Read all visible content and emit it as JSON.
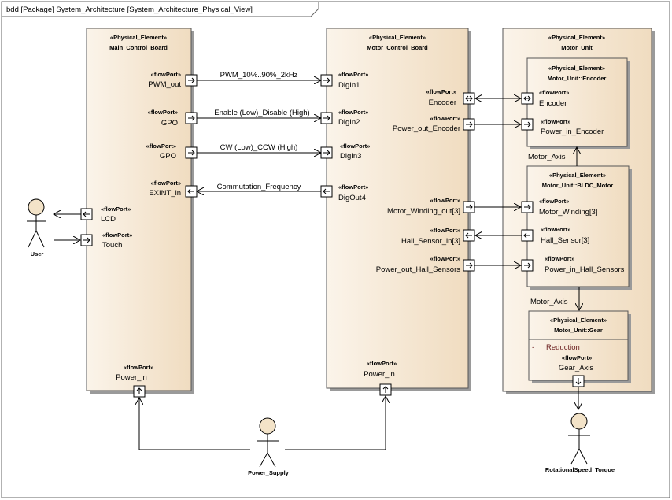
{
  "frame": {
    "title": "bdd [Package] System_Architecture [System_Architecture_Physical_View]"
  },
  "stereotype_block": "«Physical_Element»",
  "stereotype_port": "«flowPort»",
  "blocks": {
    "main": "Main_Control_Board",
    "motor_ctrl": "Motor_Control_Board",
    "motor_unit": "Motor_Unit",
    "encoder": "Motor_Unit::Encoder",
    "bldc": "Motor_Unit::BLDC_Motor",
    "gear": "Motor_Unit::Gear"
  },
  "ports": {
    "main_pwm": "PWM_out",
    "main_gpo1": "GPO",
    "main_gpo2": "GPO",
    "main_exint": "EXINT_in",
    "main_lcd": "LCD",
    "main_touch": "Touch",
    "main_power": "Power_in",
    "mc_digin1": "DigIn1",
    "mc_digin2": "DigIn2",
    "mc_digin3": "DigIn3",
    "mc_digout4": "DigOut4",
    "mc_encoder": "Encoder",
    "mc_power_out_enc": "Power_out_Encoder",
    "mc_winding_out": "Motor_Winding_out[3]",
    "mc_hall_in": "Hall_Sensor_in[3]",
    "mc_power_out_hall": "Power_out_Hall_Sensors",
    "mc_power": "Power_in",
    "enc_encoder": "Encoder",
    "enc_power": "Power_in_Encoder",
    "bldc_winding": "Motor_Winding[3]",
    "bldc_hall": "Hall_Sensor[3]",
    "bldc_power_hall": "Power_in_Hall_Sensors",
    "gear_axis": "Gear_Axis"
  },
  "gear_attribute": {
    "marker": "-",
    "name": "Reduction"
  },
  "connectors": {
    "pwm": "PWM_10%..90%_2kHz",
    "enable": "Enable (Low)_Disable (High)",
    "cw": "CW (Low)_CCW (High)",
    "commutation": "Commutation_Frequency",
    "axis1": "Motor_Axis",
    "axis2": "Motor_Axis"
  },
  "actors": {
    "user": "User",
    "power": "Power_Supply",
    "rot": "RotationalSpeed_Torque"
  },
  "colors": {
    "block_fill": "#f7ead6",
    "block_fill_light": "#fbf3e7",
    "shadow": "#9a9a9a",
    "attribute": "#6b1f1f"
  }
}
